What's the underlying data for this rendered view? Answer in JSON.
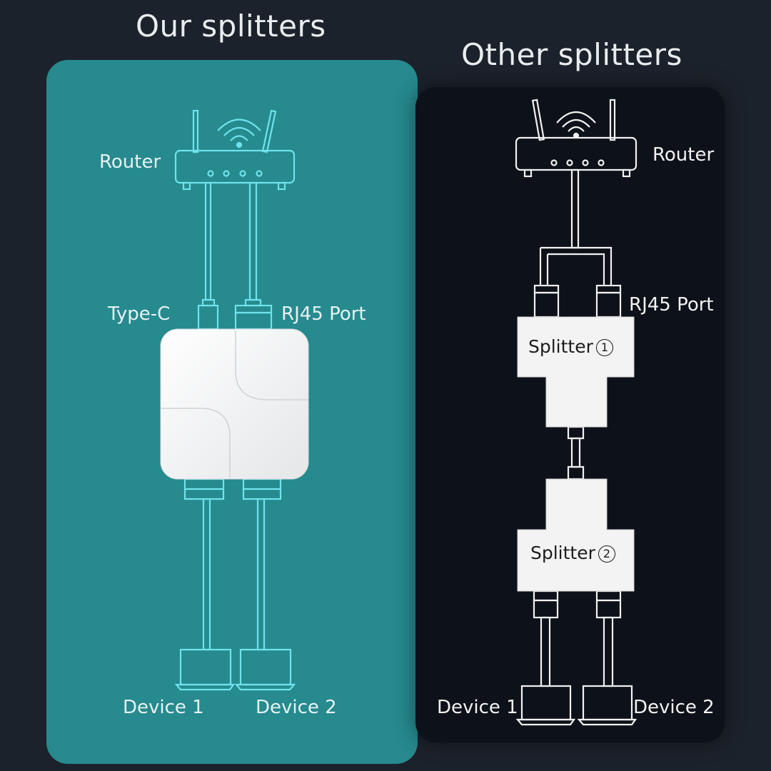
{
  "headings": {
    "ours": "Our splitters",
    "others": "Other splitters"
  },
  "ours": {
    "router_label": "Router",
    "typec_label": "Type-C",
    "rj45_label": "RJ45 Port",
    "device1_label": "Device 1",
    "device2_label": "Device 2"
  },
  "others": {
    "router_label": "Router",
    "rj45_label": "RJ45 Port",
    "splitter1_label": "Splitter",
    "splitter1_num": "1",
    "splitter2_label": "Splitter",
    "splitter2_num": "2",
    "device1_label": "Device 1",
    "device2_label": "Device 2"
  },
  "colors": {
    "background": "#1c222b",
    "our_panel": "#268a8e",
    "other_panel": "#0d1119",
    "teal_line": "#6fe3ec",
    "white_line": "#f2f2f2",
    "splitter_body": "#f3f3f3"
  }
}
